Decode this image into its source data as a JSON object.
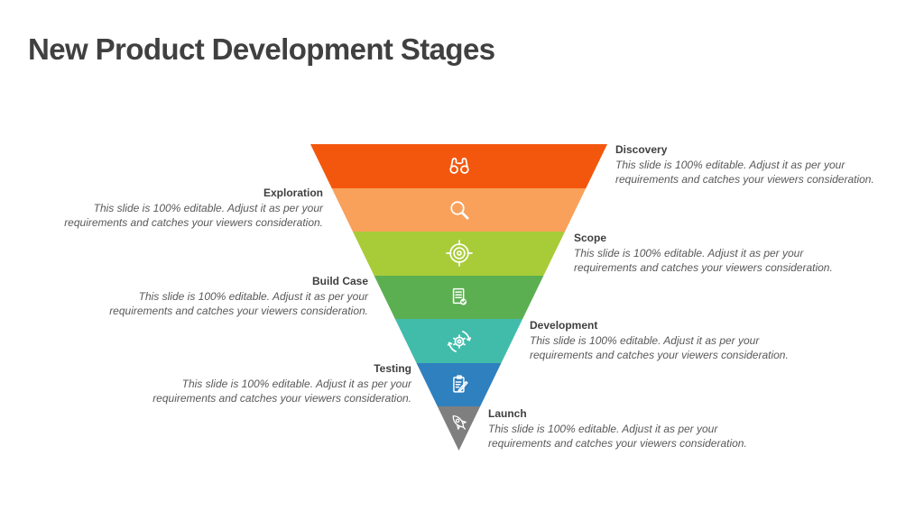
{
  "slide": {
    "title": "New Product Development Stages",
    "title_color": "#404040",
    "background": "#ffffff"
  },
  "funnel": {
    "shape": "inverted-triangle",
    "icon_color": "#ffffff",
    "stages": [
      {
        "title": "Discovery",
        "description": "This slide is 100% editable. Adjust it as per your requirements and catches your viewers consideration.",
        "color": "#f3570d",
        "icon": "binoculars-icon",
        "side": "right"
      },
      {
        "title": "Exploration",
        "description": "This slide is 100% editable. Adjust it as per your requirements and catches your viewers consideration.",
        "color": "#f9a15b",
        "icon": "magnifier-icon",
        "side": "left"
      },
      {
        "title": "Scope",
        "description": "This slide is 100% editable. Adjust it as per your requirements and catches your viewers consideration.",
        "color": "#a8cc38",
        "icon": "target-icon",
        "side": "right"
      },
      {
        "title": "Build Case",
        "description": "This slide is 100% editable. Adjust it as per your requirements and catches your viewers consideration.",
        "color": "#5baf51",
        "icon": "document-check-icon",
        "side": "left"
      },
      {
        "title": "Development",
        "description": "This slide is 100% editable. Adjust it as per your requirements and catches your viewers consideration.",
        "color": "#41bcab",
        "icon": "gear-sync-icon",
        "side": "right"
      },
      {
        "title": "Testing",
        "description": "This slide is 100% editable. Adjust it as per your requirements and catches your viewers consideration.",
        "color": "#2f80bf",
        "icon": "clipboard-edit-icon",
        "side": "left"
      },
      {
        "title": "Launch",
        "description": "This slide is 100% editable. Adjust it as per your requirements and catches your viewers consideration.",
        "color": "#7f7f7f",
        "icon": "rocket-icon",
        "side": "right"
      }
    ]
  }
}
